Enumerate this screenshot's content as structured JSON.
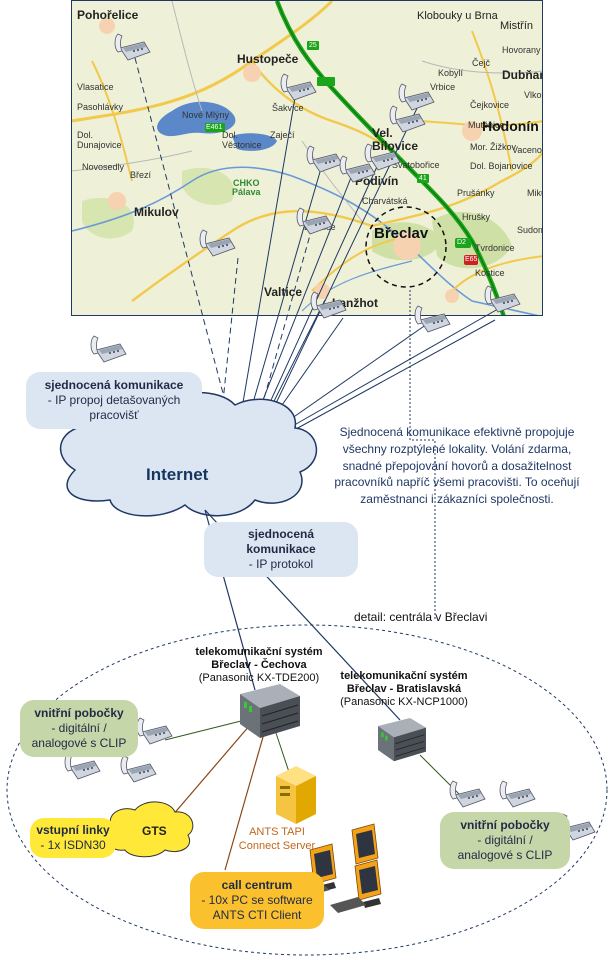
{
  "map": {
    "places": {
      "pohorelice": "Pohořelice",
      "hustopece": "Hustopeče",
      "klobouky": "Klobouky u Brna",
      "hodonin": "Hodonín",
      "breclav": "Břeclav",
      "mikulov": "Mikulov",
      "valtice": "Valtice",
      "lanzhot": "Lanžhot",
      "vel_bilovice": "Vel.\nBílovice",
      "chko": "CHKO\nPálava",
      "vlasatice": "Vlasatice",
      "pasohlavky": "Pasohlávky",
      "dolni_dunajovice": "Dol.\nDunajovice",
      "novosedly": "Novosedly",
      "brezi": "Březí",
      "sakvice": "Šakvice",
      "zajeci": "Zaječí",
      "podivin": "Podivín",
      "dubnany": "Dubňany",
      "mistrin": "Mistřín",
      "hovorany": "Hovorany",
      "cejc": "Čejč",
      "kobyli": "Kobylí",
      "vrbice": "Vrbice",
      "cejkovice": "Čejkovice",
      "mutenice": "Mutěnice",
      "mor_zizkov": "Mor. Žižkov",
      "dol_bojanovice": "Dol. Bojanovice",
      "prusanky": "Prušánky",
      "hrusky": "Hrušky",
      "tvrdonice": "Tvrdonice",
      "kostice": "Kostice",
      "novy_mlyny": "Nové Mlýny",
      "dol_vestonice": "Dol.\nVěstonice",
      "lednice": "Lednice",
      "charvatska": "Charvátská",
      "svatobor": "Svatobořice",
      "mikulcice": "Mikulčice",
      "sudomerice": "Sudoměřice",
      "vlkos": "Vlkoš",
      "vacenovice": "Vacenovice"
    },
    "road_labels": {
      "d2": "D2",
      "e65": "E65",
      "e461": "E461",
      "r25": "25",
      "r41": "41"
    }
  },
  "callouts": {
    "unified_top": {
      "title": "sjednocená komunikace",
      "text": "- IP propoj detašovaných\npracovišť"
    },
    "unified_mid": {
      "title": "sjednocená komunikace",
      "text": "- IP protokol"
    },
    "note": "Sjednocená komunikace efektivně propojuje\nvšechny rozptýlené lokality. Volání zdarma,\nsnadné přepojování hovorů a dosažitelnost\npracovníků napříč všemi pracovišti. To oceňují\nzaměstnanci i zákazníci společnosti.",
    "internal_left": {
      "title": "vnitřní pobočky",
      "text": "- digitální /\nanalogové s CLIP"
    },
    "internal_right": {
      "title": "vnitřní pobočky",
      "text": "- digitální /\nanalogové s CLIP"
    },
    "input_lines": {
      "title": "vstupní linky",
      "text": "- 1x ISDN30"
    },
    "call_center": {
      "title": "call centrum",
      "text": "- 10x PC se software\nANTS CTI Client"
    }
  },
  "cloud": {
    "internet": "Internet",
    "gts": "GTS"
  },
  "detail_label": "detail: centrála v Břeclavi",
  "pbx_cechova": {
    "line1": "telekomunikační systém",
    "line2": "Břeclav - Čechova",
    "line3": "(Panasonic KX-TDE200)"
  },
  "pbx_bratislavska": {
    "line1": "telekomunikační systém",
    "line2": "Břeclav - Bratislavská",
    "line3": "(Panasonic KX-NCP1000)"
  },
  "ants_server": "ANTS TAPI\nConnect Server",
  "colors": {
    "line": "#1f3864",
    "cloud_fill": "#dce6f2",
    "highway": "#1aa51a",
    "internal_bubble": "#c5d6a8",
    "input_bubble": "#ffe838",
    "callcenter_bubble": "#fbc02d",
    "brown_link": "#8b4513"
  }
}
